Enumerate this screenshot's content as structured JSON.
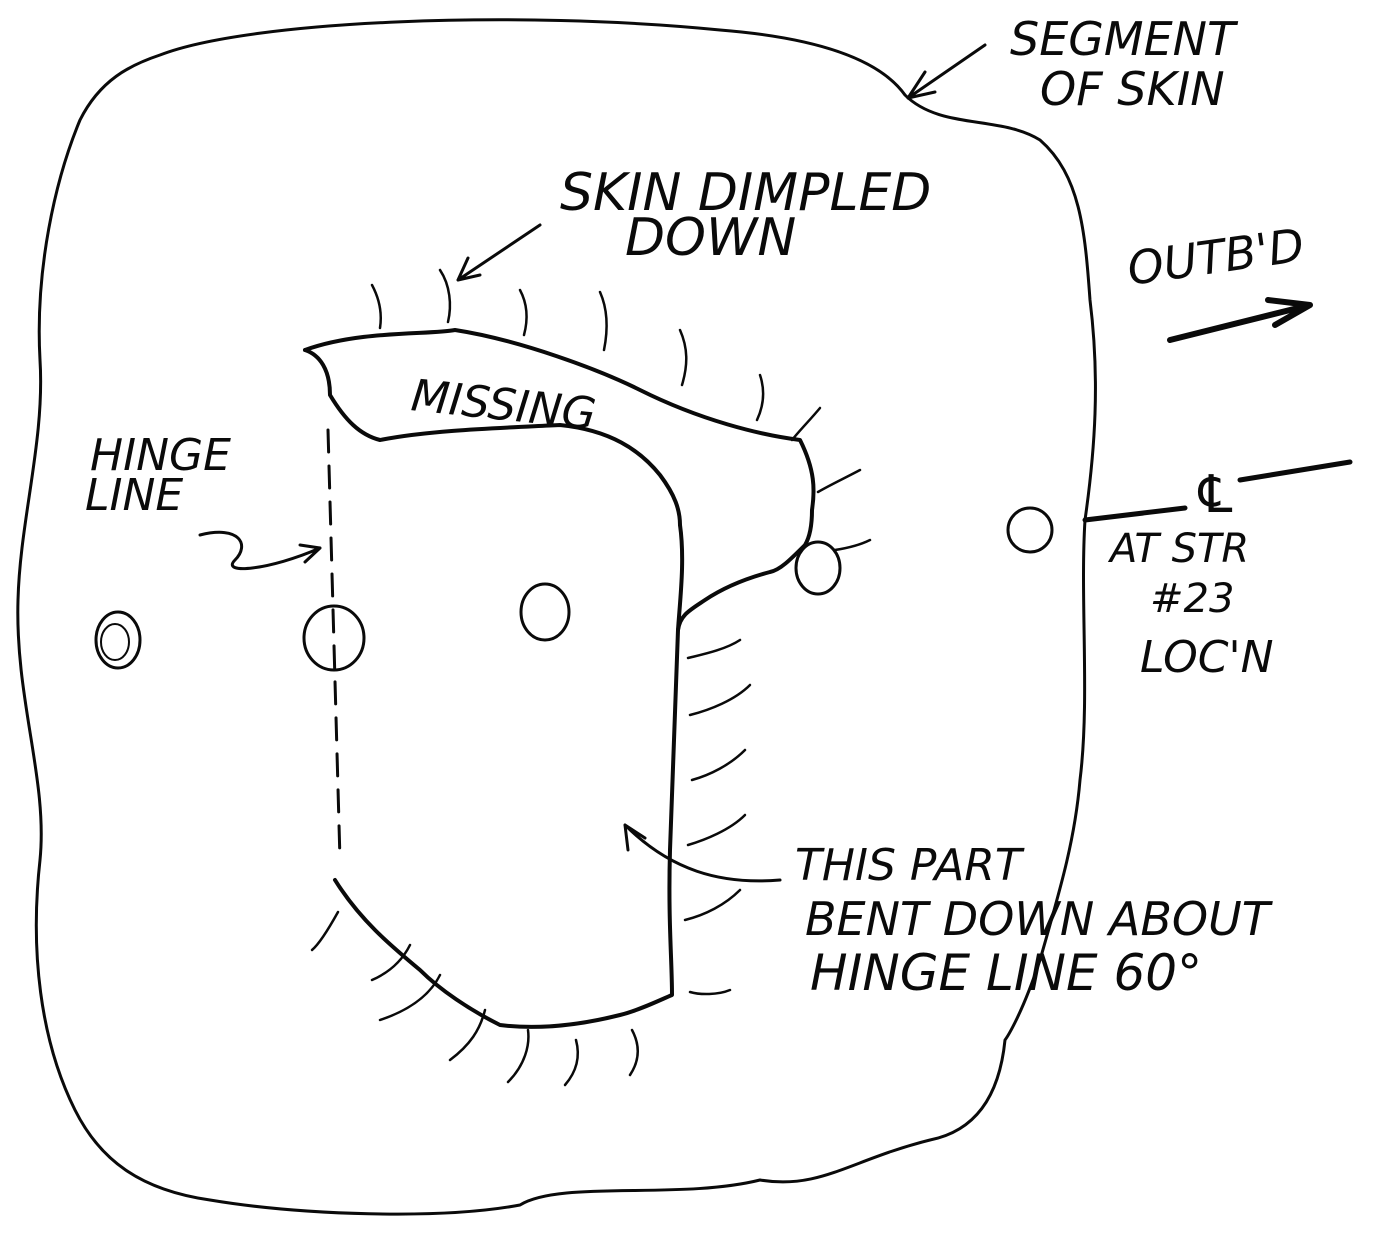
{
  "labels": {
    "segment_of_skin_1": "SEGMENT",
    "segment_of_skin_2": "OF SKIN",
    "skin_dimpled_1": "SKIN DIMPLED",
    "skin_dimpled_2": "DOWN",
    "outbd": "OUTB'D",
    "missing": "MISSING",
    "hinge_line_1": "HINGE",
    "hinge_line_2": "LINE",
    "centerline_symbol": "℄",
    "stringer_1": "AT STR",
    "stringer_2": "#23",
    "stringer_3": "LOC'N",
    "bent_part_1": "THIS PART",
    "bent_part_2": "BENT DOWN ABOUT",
    "bent_part_3": "HINGE LINE 60°"
  },
  "colors": {
    "ink": "#0a0a0a",
    "paper": "#ffffff"
  }
}
